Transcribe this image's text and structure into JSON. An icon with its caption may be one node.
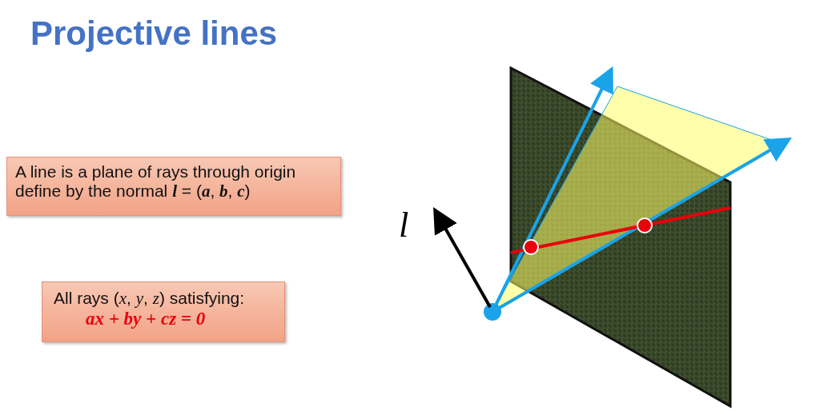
{
  "diagram": {
    "title": "Projective lines",
    "nodes": [
      {
        "text": [
          "A line is a plane of rays through origin define by the normal **l** = (**a**, **b**, **c**)"
        ]
      },
      {
        "text": [
          "All rays (*x*, *y*, *z*) satisfying:",
          "ax + by + cz = 0"
        ]
      }
    ],
    "labels": [
      "l"
    ]
  }
}
